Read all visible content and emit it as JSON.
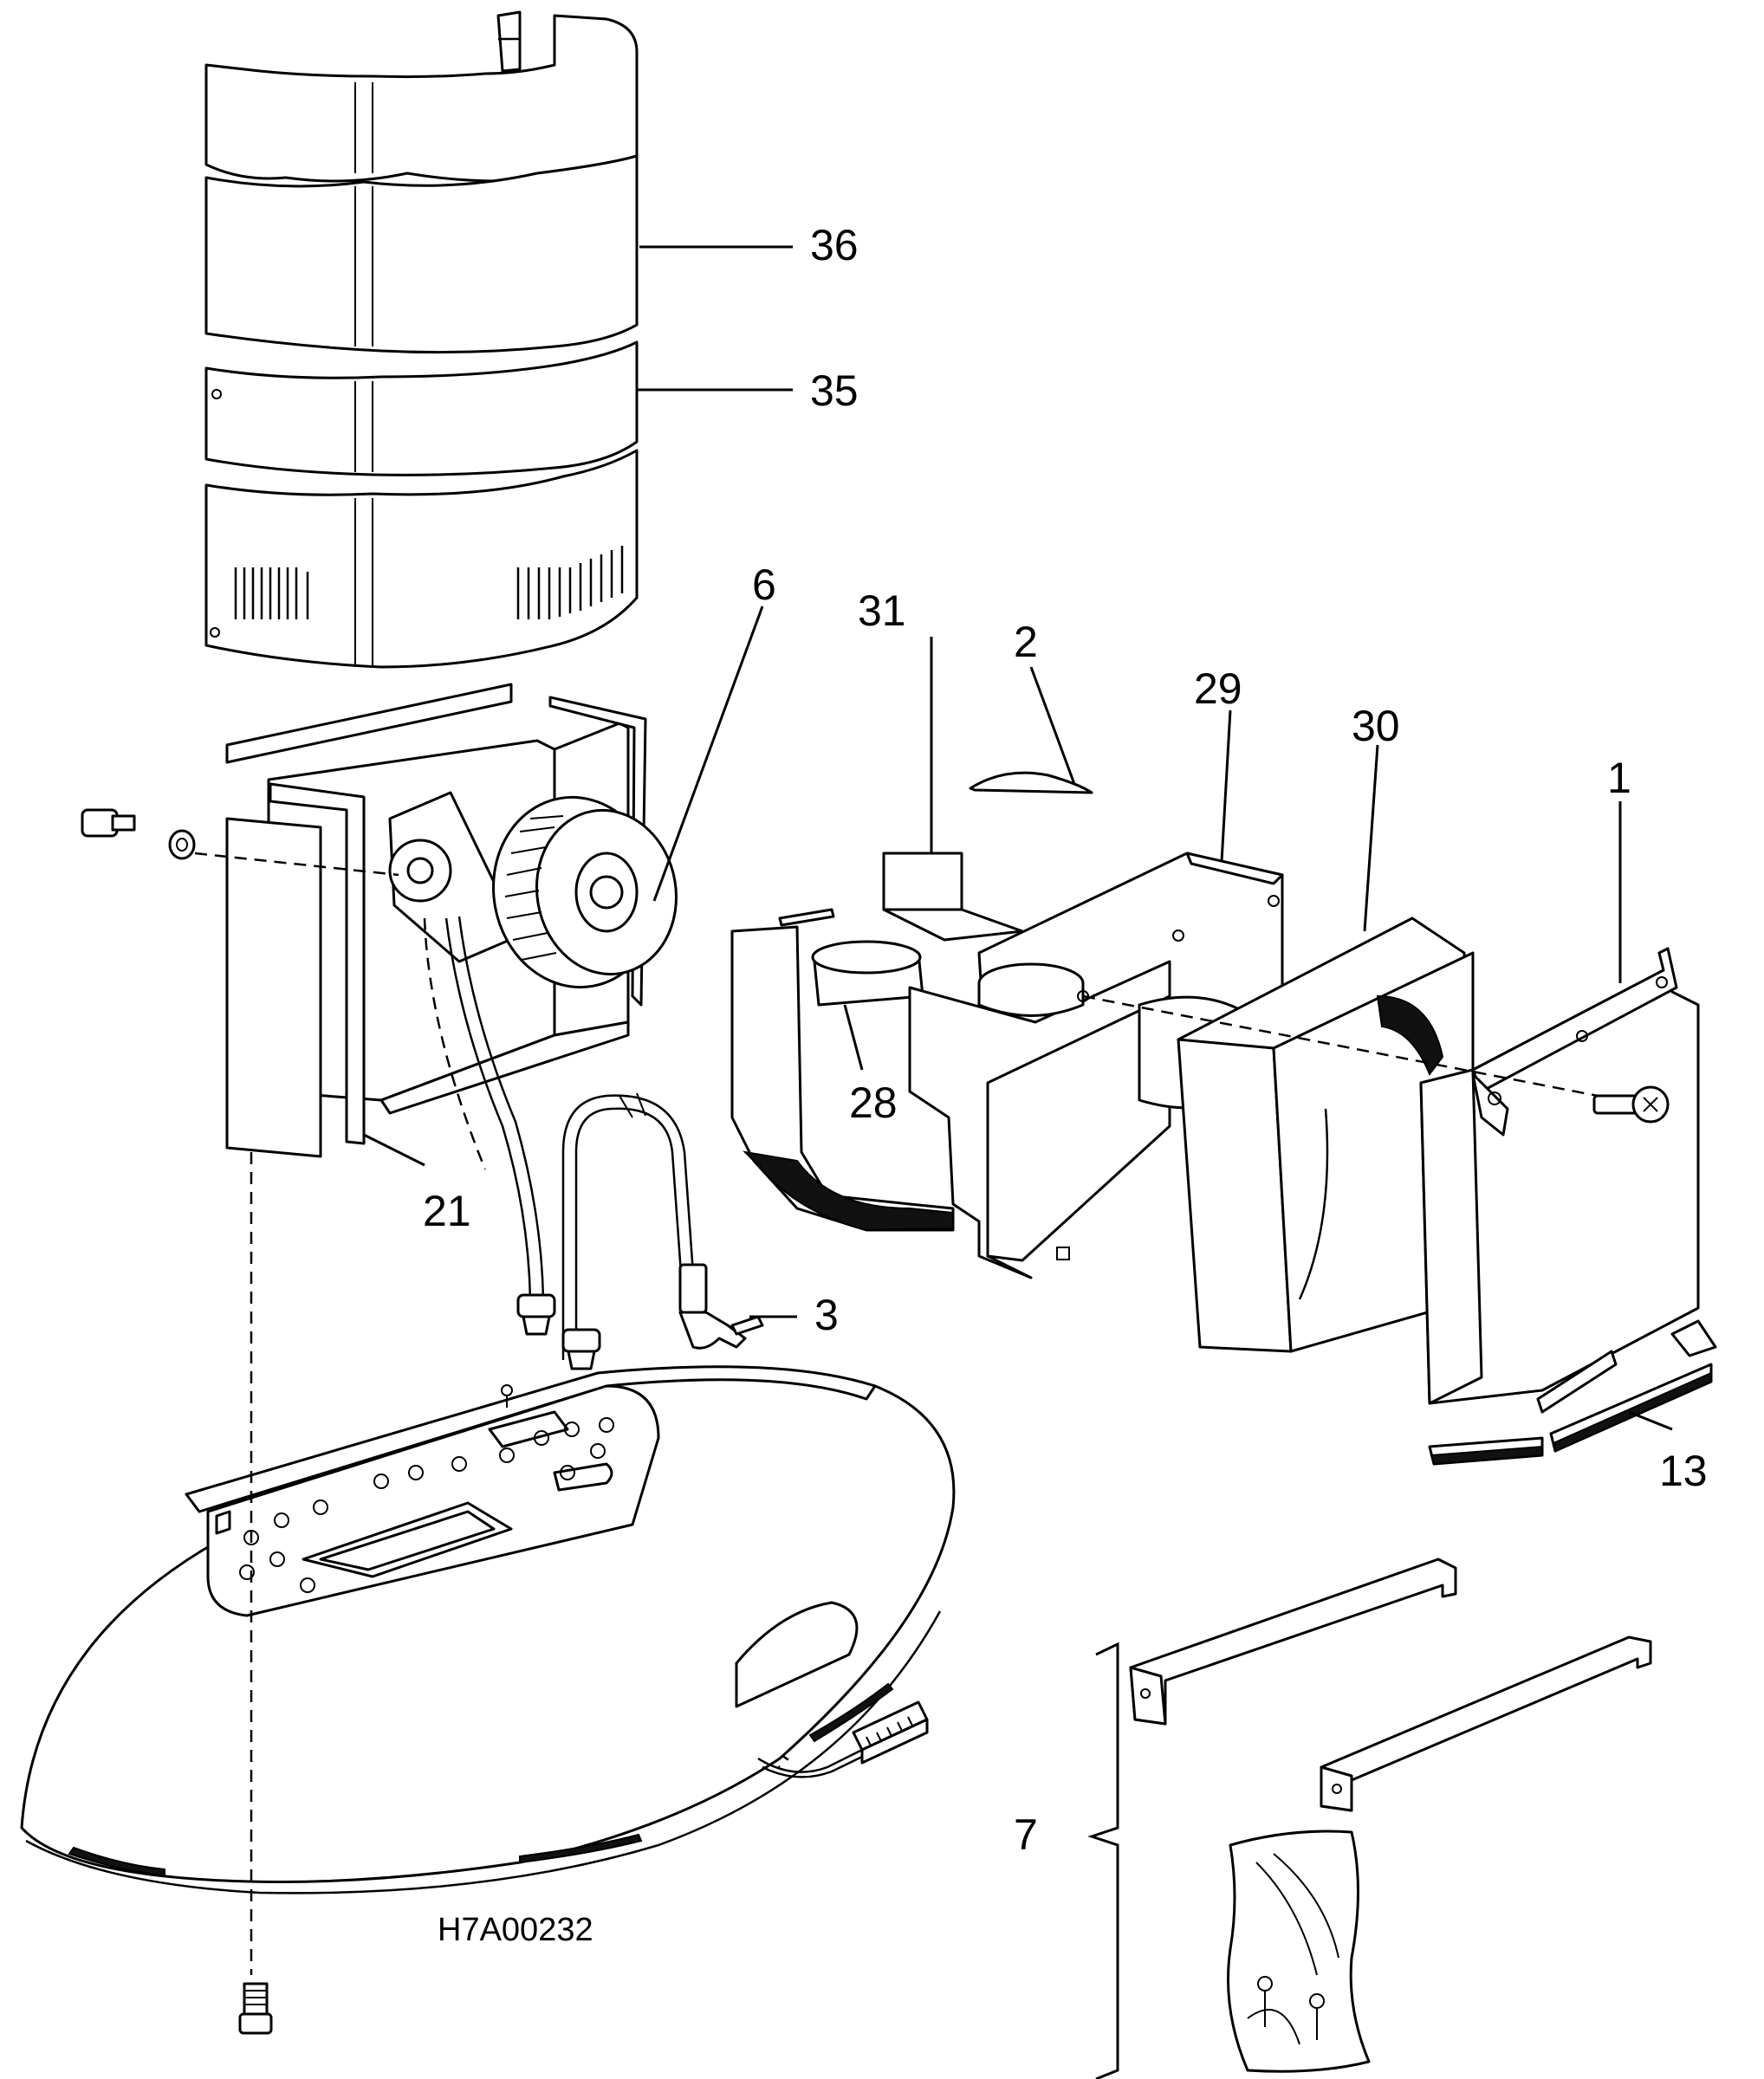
{
  "diagram": {
    "drawing_code": "H7A00232",
    "callouts": [
      {
        "id": "36",
        "label": "36"
      },
      {
        "id": "35",
        "label": "35"
      },
      {
        "id": "6",
        "label": "6"
      },
      {
        "id": "31",
        "label": "31"
      },
      {
        "id": "2",
        "label": "2"
      },
      {
        "id": "29",
        "label": "29"
      },
      {
        "id": "30",
        "label": "30"
      },
      {
        "id": "1",
        "label": "1"
      },
      {
        "id": "28",
        "label": "28"
      },
      {
        "id": "21",
        "label": "21"
      },
      {
        "id": "3",
        "label": "3"
      },
      {
        "id": "13",
        "label": "13"
      },
      {
        "id": "7",
        "label": "7"
      }
    ]
  }
}
